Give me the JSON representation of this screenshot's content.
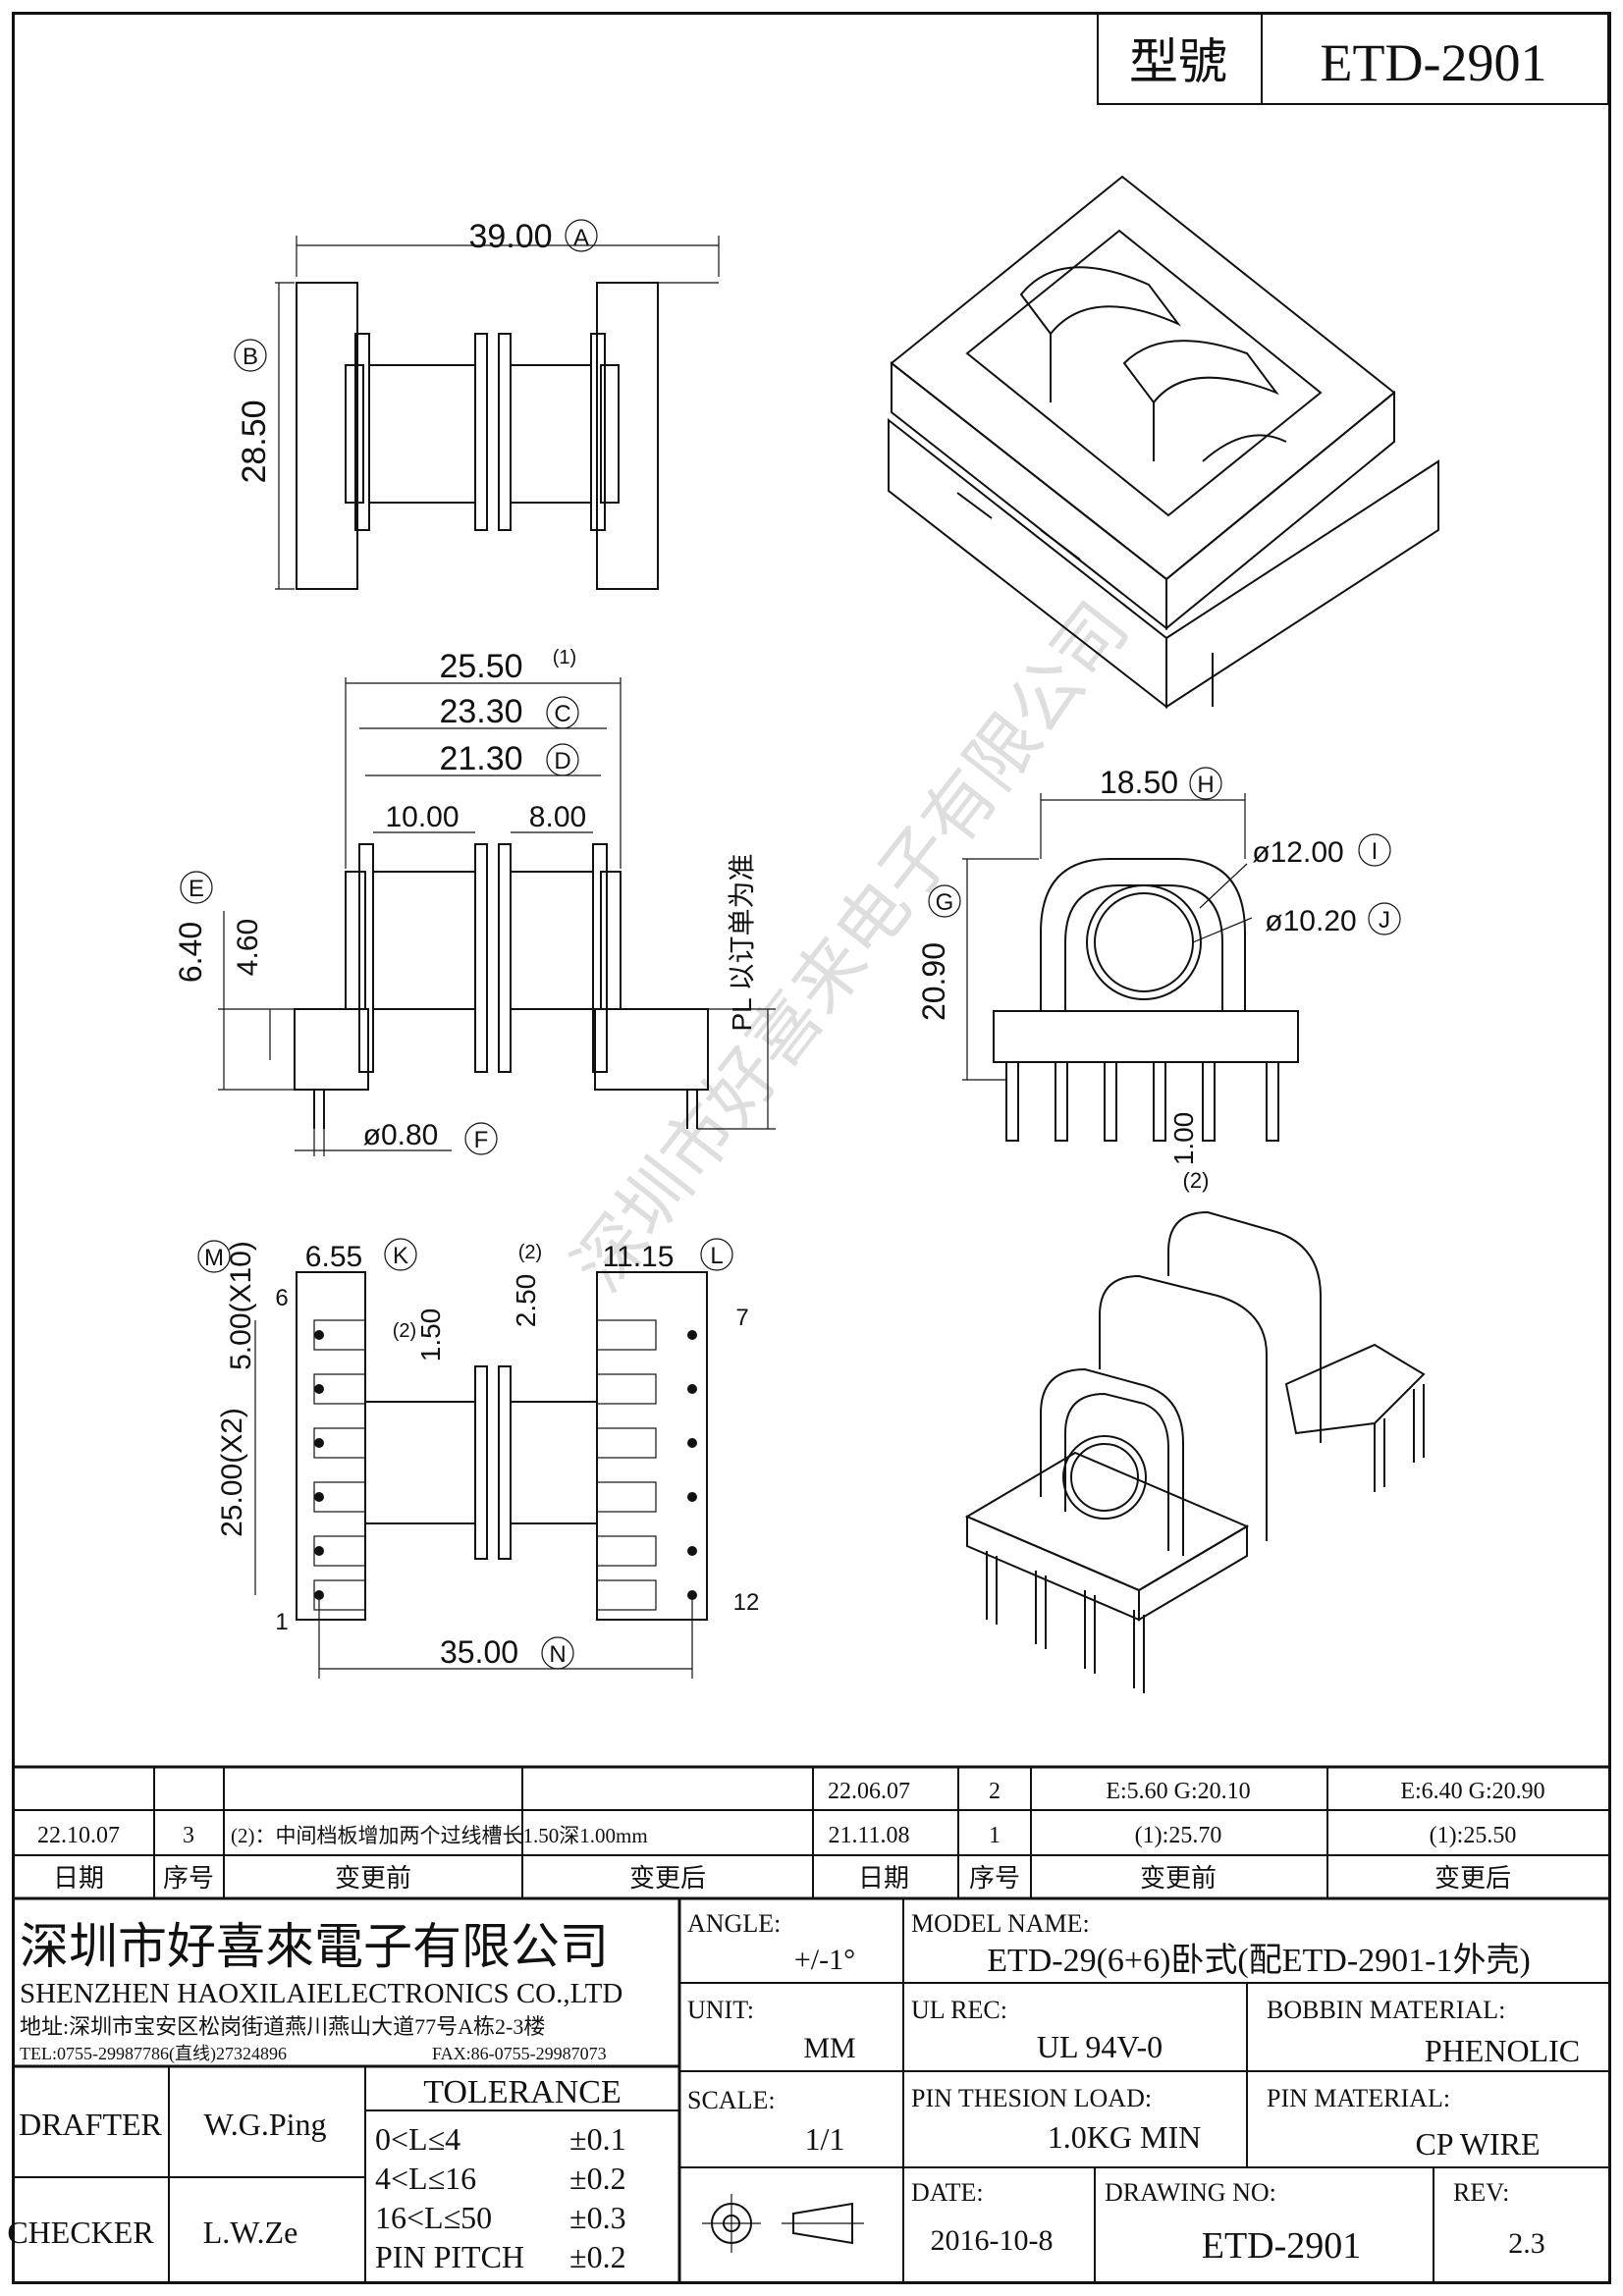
{
  "model_box": {
    "label": "型號",
    "value": "ETD-2901"
  },
  "watermark": "深圳市好喜来电子有限公司",
  "top_view": {
    "dim_a": "39.00",
    "tag_a": "A",
    "dim_b": "28.50",
    "tag_b": "B"
  },
  "front_view": {
    "d1": "25.50",
    "d1_note": "(1)",
    "dc": "23.30",
    "tag_c": "C",
    "dd": "21.30",
    "tag_d": "D",
    "d10": "10.00",
    "d8": "8.00",
    "de": "6.40",
    "tag_e": "E",
    "d46": "4.60",
    "df": "ø0.80",
    "tag_f": "F",
    "pl": "PL 以订单为准"
  },
  "side_view": {
    "dh": "18.50",
    "tag_h": "H",
    "dg": "20.90",
    "tag_g": "G",
    "di": "ø12.00",
    "tag_i": "I",
    "dj": "ø10.20",
    "tag_j": "J",
    "d100": "1.00",
    "note2": "(2)"
  },
  "bottom_view": {
    "dm": "5.00(X10)",
    "tag_m": "M",
    "dk": "6.55",
    "tag_k": "K",
    "dl": "11.15",
    "tag_l": "L",
    "d150": "1.50",
    "n150": "(2)",
    "d250": "2.50",
    "n250": "(2)",
    "d25": "25.00(X2)",
    "dn": "35.00",
    "tag_n": "N",
    "pin6": "6",
    "pin7": "7",
    "pin1": "1",
    "pin12": "12"
  },
  "revisions": {
    "rows": [
      {
        "date": "",
        "no": "",
        "before": "",
        "after": "",
        "date2": "22.06.07",
        "no2": "2",
        "before2": "E:5.60  G:20.10",
        "after2": "E:6.40  G:20.90"
      },
      {
        "date": "22.10.07",
        "no": "3",
        "before": "(2)：中间档板增加两个过线槽长1.50深1.00mm",
        "after": "",
        "date2": "21.11.08",
        "no2": "1",
        "before2": "(1):25.70",
        "after2": "(1):25.50"
      }
    ],
    "headers": {
      "date": "日期",
      "no": "序号",
      "before": "变更前",
      "after": "变更后"
    }
  },
  "company": {
    "name_cn": "深圳市好喜來電子有限公司",
    "name_en": "SHENZHEN HAOXILAIELECTRONICS CO.,LTD",
    "address": "地址:深圳市宝安区松岗街道燕川燕山大道77号A栋2-3楼",
    "tel": "TEL:0755-29987786(直线)27324896",
    "fax": "FAX:86-0755-29987073"
  },
  "title_block": {
    "angle_label": "ANGLE:",
    "angle_value": "+/-1°",
    "model_label": "MODEL NAME:",
    "model_value": "ETD-29(6+6)卧式(配ETD-2901-1外壳)",
    "unit_label": "UNIT:",
    "unit_value": "MM",
    "ulrec_label": "UL REC:",
    "ulrec_value": "UL 94V-0",
    "bobbin_label": "BOBBIN MATERIAL:",
    "bobbin_value": "PHENOLIC",
    "scale_label": "SCALE:",
    "scale_value": "1/1",
    "pinload_label": "PIN THESION LOAD:",
    "pinload_value": "1.0KG MIN",
    "pinmat_label": "PIN MATERIAL:",
    "pinmat_value": "CP  WIRE",
    "date_label": "DATE:",
    "date_value": "2016-10-8",
    "drawno_label": "DRAWING NO:",
    "drawno_value": "ETD-2901",
    "rev_label": "REV:",
    "rev_value": "2.3",
    "drafter_label": "DRAFTER",
    "drafter_value": "W.G.Ping",
    "checker_label": "CHECKER",
    "checker_value": "L.W.Ze",
    "tolerance_title": "TOLERANCE",
    "tolerances": [
      {
        "range": "0<L≤4",
        "value": "±0.1"
      },
      {
        "range": "4<L≤16",
        "value": "±0.2"
      },
      {
        "range": "16<L≤50",
        "value": "±0.3"
      },
      {
        "range": "PIN PITCH",
        "value": "±0.2"
      }
    ]
  }
}
